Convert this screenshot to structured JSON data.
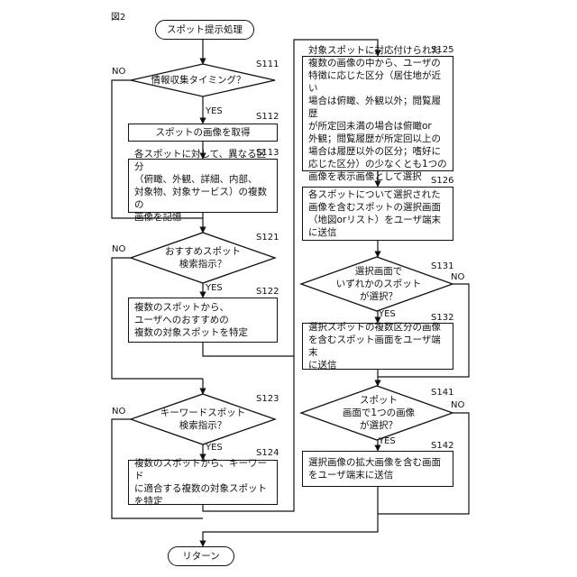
{
  "figure_label": "図2",
  "start": "スポット提示処理",
  "end": "リターン",
  "branch_yes": "YES",
  "branch_no": "NO",
  "steps": {
    "s111": {
      "id": "S111",
      "text": "情報収集タイミング？"
    },
    "s112": {
      "id": "S112",
      "text": "スポットの画像を取得"
    },
    "s113": {
      "id": "S113",
      "text": "各スポットに対して、異なる区分\n（俯瞰、外観、詳細、内部、\n対象物、対象サービス）の複数の\n画像を記憶"
    },
    "s121": {
      "id": "S121",
      "text": "おすすめスポット\n検索指示？"
    },
    "s122": {
      "id": "S122",
      "text": "複数のスポットから、\nユーザへのおすすめの\n複数の対象スポットを特定"
    },
    "s123": {
      "id": "S123",
      "text": "キーワードスポット\n検索指示？"
    },
    "s124": {
      "id": "S124",
      "text": "複数のスポットから、キーワード\nに適合する複数の対象スポット\nを特定"
    },
    "s125": {
      "id": "S125",
      "text": "対象スポットに対応付けられた\n複数の画像の中から、ユーザの\n特徴に応じた区分（居住地が近い\n場合は俯瞰、外観以外；閲覧履歴\nが所定回未満の場合は俯瞰or\n外観；閲覧履歴が所定回以上の\n場合は履歴以外の区分；嗜好に\n応じた区分）の少なくとも1つの\n画像を表示画像として選択"
    },
    "s126": {
      "id": "S126",
      "text": "各スポットについて選択された\n画像を含むスポットの選択画面\n（地図orリスト）をユーザ端末\nに送信"
    },
    "s131": {
      "id": "S131",
      "text": "選択画面で\nいずれかのスポット\nが選択？"
    },
    "s132": {
      "id": "S132",
      "text": "選択スポットの複数区分の画像\nを含むスポット画面をユーザ端末\nに送信"
    },
    "s141": {
      "id": "S141",
      "text": "スポット\n画面で1つの画像\nが選択？"
    },
    "s142": {
      "id": "S142",
      "text": "選択画像の拡大画像を含む画面\nをユーザ端末に送信"
    }
  }
}
